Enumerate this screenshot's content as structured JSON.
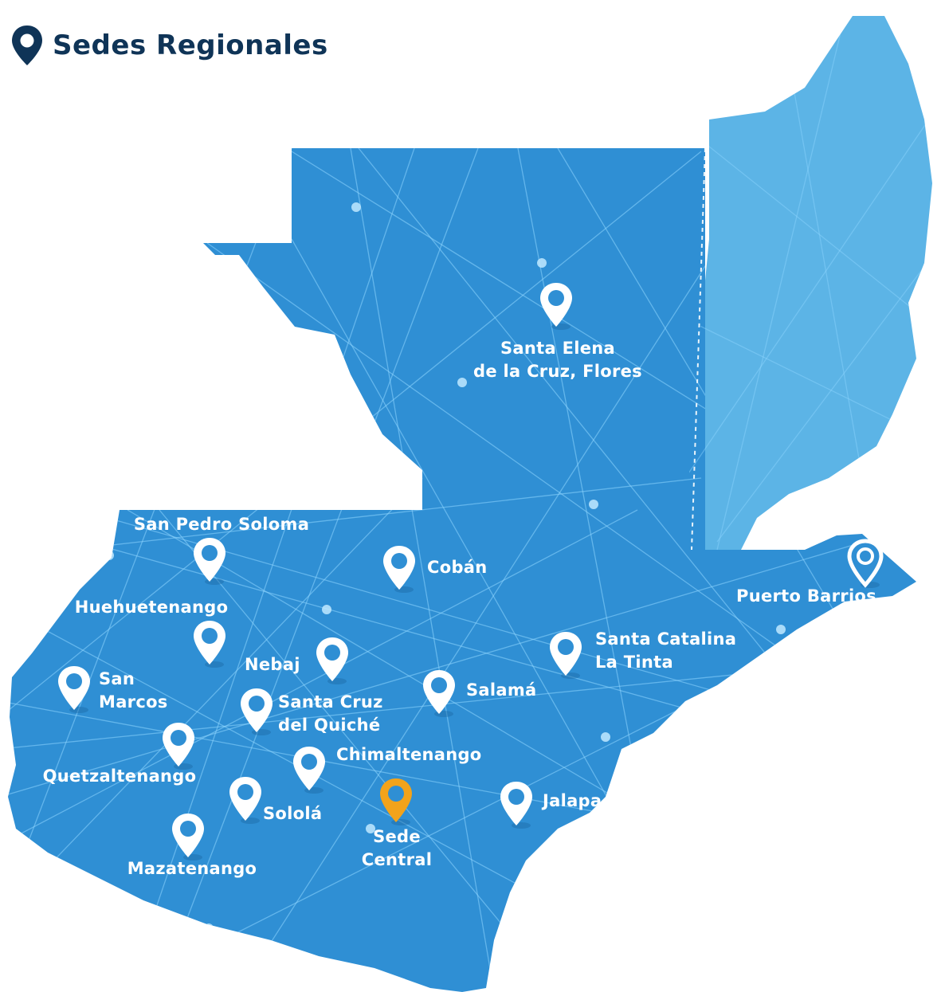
{
  "header": {
    "title": "Sedes Regionales"
  },
  "colors": {
    "country": "#2f8fd4",
    "belize": "#5cb4e6",
    "network": "#8fd6ff",
    "pin": "#ffffff",
    "central_pin": "#f2a31b",
    "title": "#0f3457"
  },
  "sedes": [
    {
      "name": "Santa Elena\nde la Cruz, Flores"
    },
    {
      "name": "San Pedro Soloma"
    },
    {
      "name": "Cobán"
    },
    {
      "name": "Puerto Barrios"
    },
    {
      "name": "Huehuetenango"
    },
    {
      "name": "Santa Catalina\nLa Tinta"
    },
    {
      "name": "Nebaj"
    },
    {
      "name": "San\nMarcos"
    },
    {
      "name": "Salamá"
    },
    {
      "name": "Santa Cruz\ndel Quiché"
    },
    {
      "name": "Quetzaltenango"
    },
    {
      "name": "Chimaltenango"
    },
    {
      "name": "Sololá"
    },
    {
      "name": "Jalapa"
    },
    {
      "name": "Mazatenango"
    },
    {
      "name": "Sede\nCentral",
      "central": true
    }
  ]
}
